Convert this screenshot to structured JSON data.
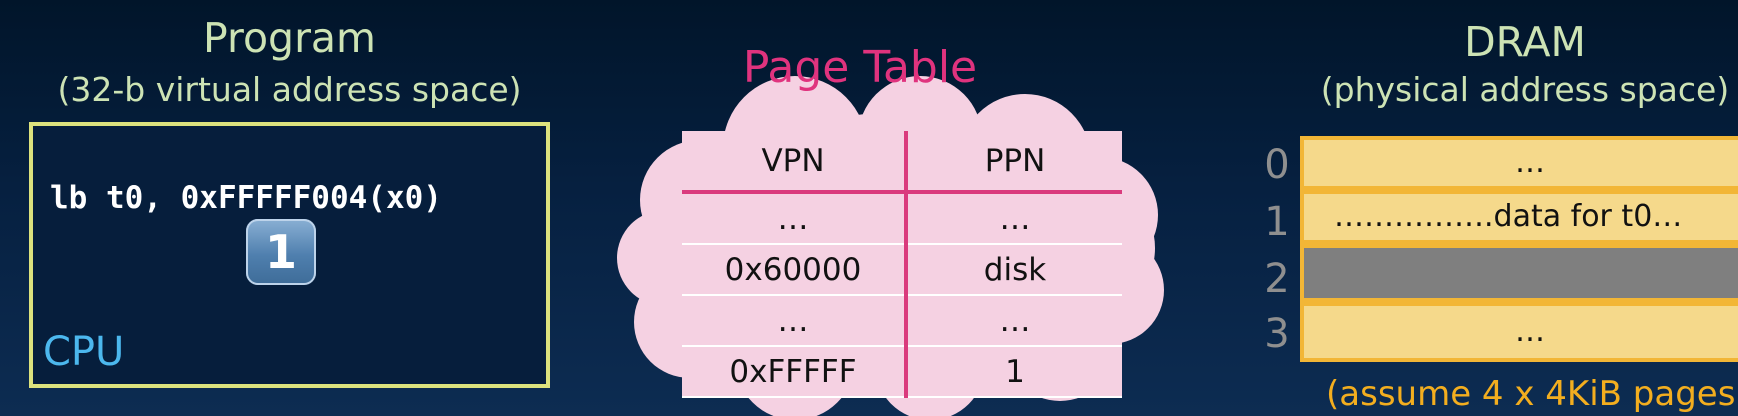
{
  "program": {
    "title": "Program",
    "subtitle": "(32-b virtual address space)",
    "instruction": "lb t0, 0xFFFFF004(x0)",
    "step_badge": "1",
    "cpu_label": "CPU"
  },
  "page_table": {
    "title": "Page Table",
    "headers": [
      "VPN",
      "PPN"
    ],
    "rows": [
      [
        "…",
        "…"
      ],
      [
        "0x60000",
        "disk"
      ],
      [
        "…",
        "…"
      ],
      [
        "0xFFFFF",
        "1"
      ]
    ]
  },
  "dram": {
    "title": "DRAM",
    "subtitle": "(physical address space)",
    "rows": [
      {
        "index": "0",
        "text": "…"
      },
      {
        "index": "1",
        "text": "…………….data for t0…"
      },
      {
        "index": "2",
        "text": ""
      },
      {
        "index": "3",
        "text": "…"
      }
    ],
    "note": "(assume 4 x 4KiB pages)"
  },
  "colors": {
    "cpu_border": "#dce27d",
    "page_table_title": "#e0337e",
    "table_divider": "#da3a7d",
    "cloud_fill": "#f5d1e2",
    "dram_fill": "#f5d98b",
    "dram_border": "#f2b636",
    "dram_unused": "#7f7f7f",
    "note_color": "#f3ae1f"
  }
}
